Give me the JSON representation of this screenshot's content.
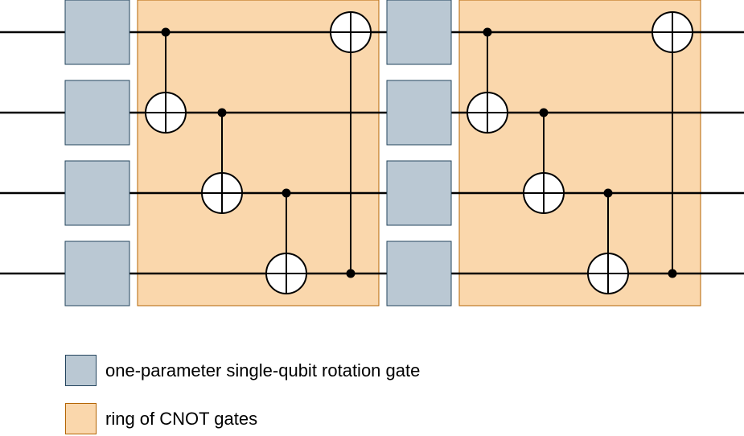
{
  "colors": {
    "rotation_fill": "#bac8d3",
    "rotation_stroke": "#23445d",
    "ring_fill": "#fad7ac",
    "ring_stroke": "#b46504",
    "wire": "#000000"
  },
  "circuit": {
    "num_qubits": 4,
    "layers": 2,
    "cnot_ring": [
      {
        "control": 0,
        "target": 1
      },
      {
        "control": 1,
        "target": 2
      },
      {
        "control": 2,
        "target": 3
      },
      {
        "control": 3,
        "target": 0
      }
    ]
  },
  "legend": {
    "rotation_label": "one-parameter single-qubit rotation gate",
    "ring_label": "ring of CNOT gates"
  }
}
